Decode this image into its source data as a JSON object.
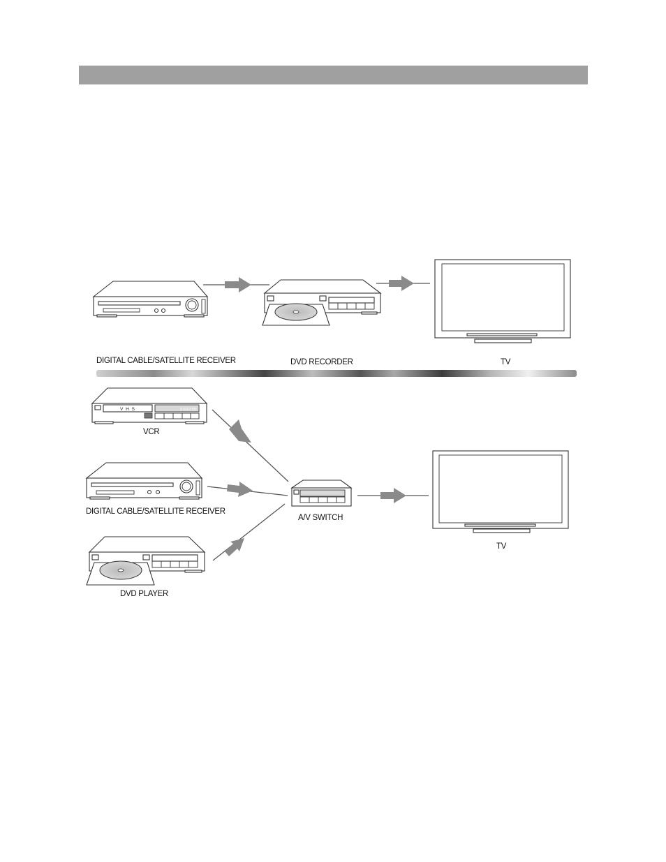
{
  "diagram": {
    "setup_top": {
      "devices": [
        {
          "id": "receiver",
          "label": "DIGITAL CABLE/SATELLITE RECEIVER"
        },
        {
          "id": "dvd-recorder",
          "label": "DVD RECORDER"
        },
        {
          "id": "tv",
          "label": "TV"
        }
      ]
    },
    "setup_bottom": {
      "devices": [
        {
          "id": "vcr",
          "label": "VCR",
          "display_text": "V H S",
          "counter_text": "0:00  0:00"
        },
        {
          "id": "receiver",
          "label": "DIGITAL CABLE/SATELLITE RECEIVER"
        },
        {
          "id": "dvd-player",
          "label": "DVD PLAYER"
        },
        {
          "id": "av-switch",
          "label": "A/V SWITCH"
        },
        {
          "id": "tv",
          "label": "TV"
        }
      ]
    },
    "colors": {
      "header_bar": "#a0a0a0",
      "arrow": "#8a8a8a",
      "outline": "#333333"
    }
  }
}
